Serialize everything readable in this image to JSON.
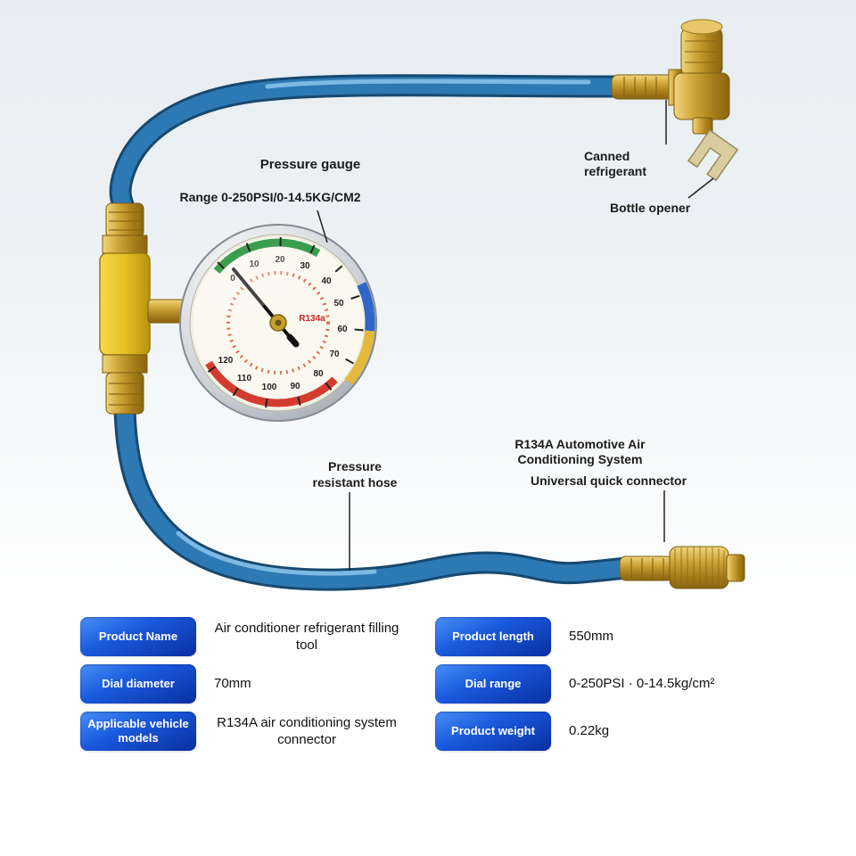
{
  "callouts": {
    "pressure_gauge": "Pressure gauge",
    "range": "Range 0-250PSI/0-14.5KG/CM2",
    "canned_line1": "Canned",
    "canned_line2": "refrigerant",
    "bottle_opener": "Bottle opener",
    "hose_line1": "Pressure",
    "hose_line2": "resistant hose",
    "r134a_line1": "R134A Automotive Air",
    "r134a_line2": "Conditioning System",
    "quick_connector": "Universal quick connector"
  },
  "gauge": {
    "scale": [
      "0",
      "10",
      "20",
      "30",
      "40",
      "50",
      "60",
      "70",
      "80",
      "90",
      "100",
      "110",
      "120"
    ],
    "brand": "R134a"
  },
  "colors": {
    "hose_blue": "#2d79b4",
    "brass_gold": "#c9a02c",
    "tee_yellow": "#e6bf25",
    "table_label_blue": "#1a5ade",
    "gauge_green": "#3a9e4e",
    "gauge_red": "#d43b2f",
    "gauge_yellow": "#e2b93b",
    "gauge_blue": "#2f66c8"
  },
  "table": {
    "left": [
      {
        "label": "Product Name",
        "value": "Air conditioner refrigerant filling tool"
      },
      {
        "label": "Dial diameter",
        "value": "70mm"
      },
      {
        "label": "Applicable vehicle models",
        "value": "R134A air conditioning system connector"
      }
    ],
    "right": [
      {
        "label": "Product length",
        "value": "550mm"
      },
      {
        "label": "Dial range",
        "value": "0-250PSI · 0-14.5kg/cm²"
      },
      {
        "label": "Product weight",
        "value": "0.22kg"
      }
    ]
  }
}
